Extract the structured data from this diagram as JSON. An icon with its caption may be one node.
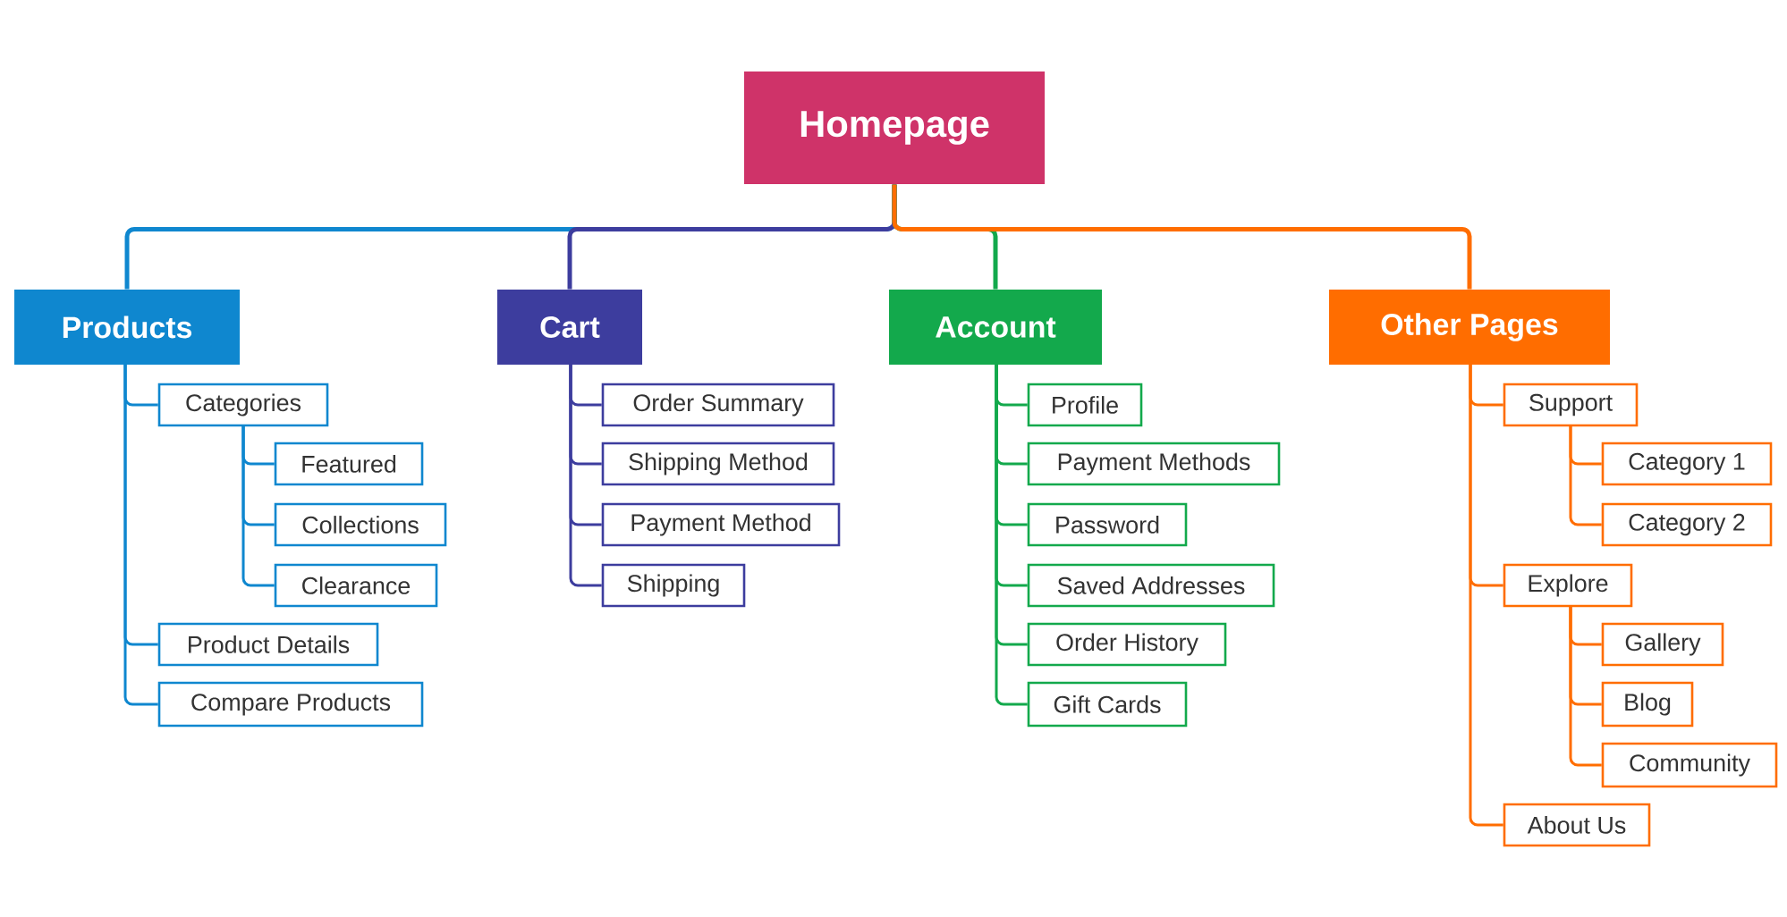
{
  "diagram": {
    "nodes": [
      {
        "text": [
          "Homepage"
        ]
      },
      {
        "text": [
          "Products"
        ]
      },
      {
        "text": [
          "Cart"
        ]
      },
      {
        "text": [
          "Account"
        ]
      },
      {
        "text": [
          "Other Pages"
        ]
      },
      {
        "text": [
          "Categories"
        ]
      },
      {
        "text": [
          "Featured"
        ]
      },
      {
        "text": [
          "Collections"
        ]
      },
      {
        "text": [
          "Clearance"
        ]
      },
      {
        "text": [
          "Product Details"
        ]
      },
      {
        "text": [
          "Compare Products"
        ]
      },
      {
        "text": [
          "Order Summary"
        ]
      },
      {
        "text": [
          "Shipping Method"
        ]
      },
      {
        "text": [
          "Payment Method"
        ]
      },
      {
        "text": [
          "Shipping"
        ]
      },
      {
        "text": [
          "Profile"
        ]
      },
      {
        "text": [
          "Payment Methods"
        ]
      },
      {
        "text": [
          "Password"
        ]
      },
      {
        "text": [
          "Saved Addresses"
        ]
      },
      {
        "text": [
          "Order History"
        ]
      },
      {
        "text": [
          "Gift Cards"
        ]
      },
      {
        "text": [
          "Support"
        ]
      },
      {
        "text": [
          "Category 1"
        ]
      },
      {
        "text": [
          "Category 2"
        ]
      },
      {
        "text": [
          "Explore"
        ]
      },
      {
        "text": [
          "Gallery"
        ]
      },
      {
        "text": [
          "Blog"
        ]
      },
      {
        "text": [
          "Community"
        ]
      },
      {
        "text": [
          "About Us"
        ]
      }
    ],
    "edges": [
      {
        "from": 0,
        "to": 1,
        "arrow": "none",
        "color": "#0f87cf"
      },
      {
        "from": 0,
        "to": 2,
        "arrow": "none",
        "color": "#3d3d9e"
      },
      {
        "from": 0,
        "to": 3,
        "arrow": "none",
        "color": "#13a94c"
      },
      {
        "from": 0,
        "to": 4,
        "arrow": "none",
        "color": "#ff6d00"
      },
      {
        "from": 1,
        "to": 5,
        "arrow": "none",
        "color": "#0f87cf"
      },
      {
        "from": 5,
        "to": 6,
        "arrow": "none",
        "color": "#0f87cf"
      },
      {
        "from": 5,
        "to": 7,
        "arrow": "none",
        "color": "#0f87cf"
      },
      {
        "from": 5,
        "to": 8,
        "arrow": "none",
        "color": "#0f87cf"
      },
      {
        "from": 1,
        "to": 9,
        "arrow": "none",
        "color": "#0f87cf"
      },
      {
        "from": 1,
        "to": 10,
        "arrow": "none",
        "color": "#0f87cf"
      },
      {
        "from": 2,
        "to": 11,
        "arrow": "none",
        "color": "#3d3d9e"
      },
      {
        "from": 2,
        "to": 12,
        "arrow": "none",
        "color": "#3d3d9e"
      },
      {
        "from": 2,
        "to": 13,
        "arrow": "none",
        "color": "#3d3d9e"
      },
      {
        "from": 2,
        "to": 14,
        "arrow": "none",
        "color": "#3d3d9e"
      },
      {
        "from": 3,
        "to": 15,
        "arrow": "none",
        "color": "#13a94c"
      },
      {
        "from": 3,
        "to": 16,
        "arrow": "none",
        "color": "#13a94c"
      },
      {
        "from": 3,
        "to": 17,
        "arrow": "none",
        "color": "#13a94c"
      },
      {
        "from": 3,
        "to": 18,
        "arrow": "none",
        "color": "#13a94c"
      },
      {
        "from": 3,
        "to": 19,
        "arrow": "none",
        "color": "#13a94c"
      },
      {
        "from": 3,
        "to": 20,
        "arrow": "none",
        "color": "#13a94c"
      },
      {
        "from": 4,
        "to": 21,
        "arrow": "none",
        "color": "#ff6d00"
      },
      {
        "from": 21,
        "to": 22,
        "arrow": "none",
        "color": "#ff6d00"
      },
      {
        "from": 21,
        "to": 23,
        "arrow": "none",
        "color": "#ff6d00"
      },
      {
        "from": 4,
        "to": 24,
        "arrow": "none",
        "color": "#ff6d00"
      },
      {
        "from": 24,
        "to": 25,
        "arrow": "none",
        "color": "#ff6d00"
      },
      {
        "from": 24,
        "to": 26,
        "arrow": "none",
        "color": "#ff6d00"
      },
      {
        "from": 24,
        "to": 27,
        "arrow": "none",
        "color": "#ff6d00"
      },
      {
        "from": 4,
        "to": 28,
        "arrow": "none",
        "color": "#ff6d00"
      }
    ]
  }
}
